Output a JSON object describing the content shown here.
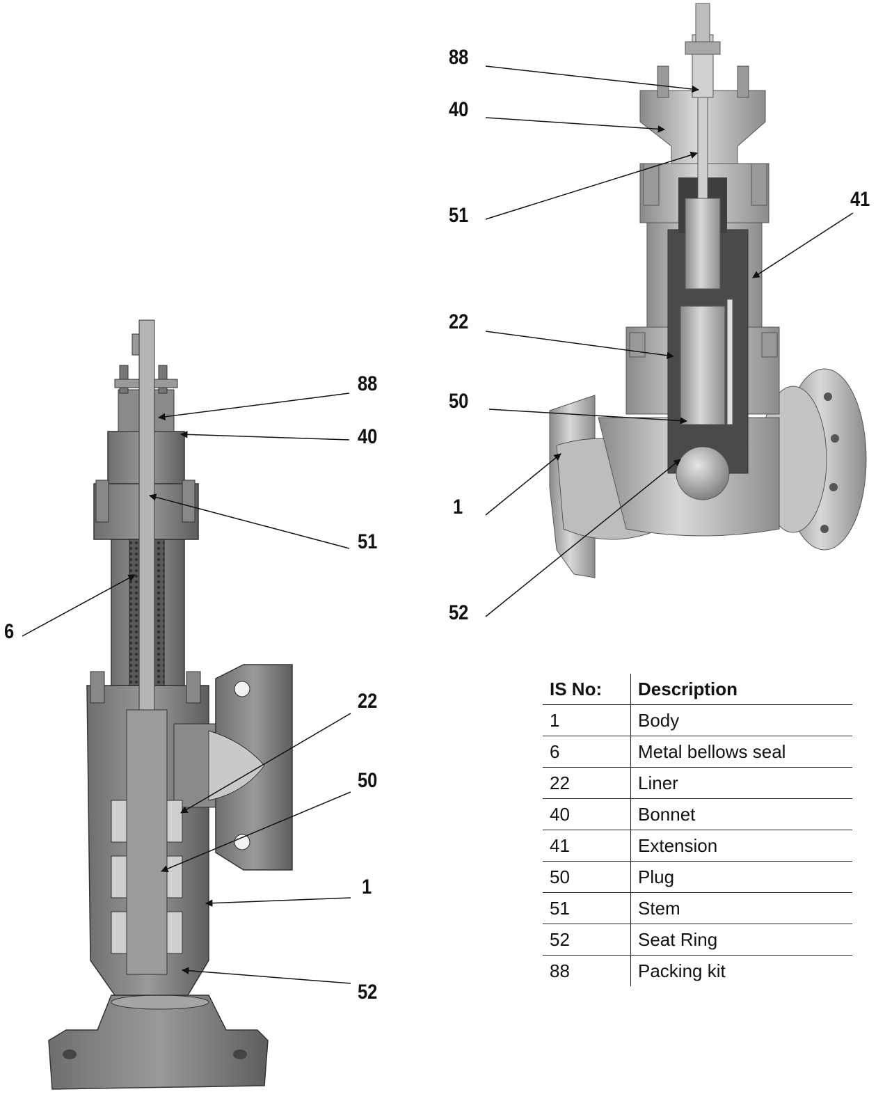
{
  "left_valve": {
    "callouts": [
      {
        "id": "88",
        "label": "88"
      },
      {
        "id": "40",
        "label": "40"
      },
      {
        "id": "51",
        "label": "51"
      },
      {
        "id": "6",
        "label": "6"
      },
      {
        "id": "22",
        "label": "22"
      },
      {
        "id": "50",
        "label": "50"
      },
      {
        "id": "1",
        "label": "1"
      },
      {
        "id": "52",
        "label": "52"
      }
    ]
  },
  "right_valve": {
    "callouts": [
      {
        "id": "88",
        "label": "88"
      },
      {
        "id": "40",
        "label": "40"
      },
      {
        "id": "51",
        "label": "51"
      },
      {
        "id": "41",
        "label": "41"
      },
      {
        "id": "22",
        "label": "22"
      },
      {
        "id": "50",
        "label": "50"
      },
      {
        "id": "1",
        "label": "1"
      },
      {
        "id": "52",
        "label": "52"
      }
    ]
  },
  "parts_table": {
    "headers": [
      "IS No:",
      "Description"
    ],
    "rows": [
      [
        "1",
        "Body"
      ],
      [
        "6",
        "Metal bellows seal"
      ],
      [
        "22",
        "Liner"
      ],
      [
        "40",
        "Bonnet"
      ],
      [
        "41",
        "Extension"
      ],
      [
        "50",
        "Plug"
      ],
      [
        "51",
        "Stem"
      ],
      [
        "52",
        "Seat Ring"
      ],
      [
        "88",
        "Packing kit"
      ]
    ]
  }
}
